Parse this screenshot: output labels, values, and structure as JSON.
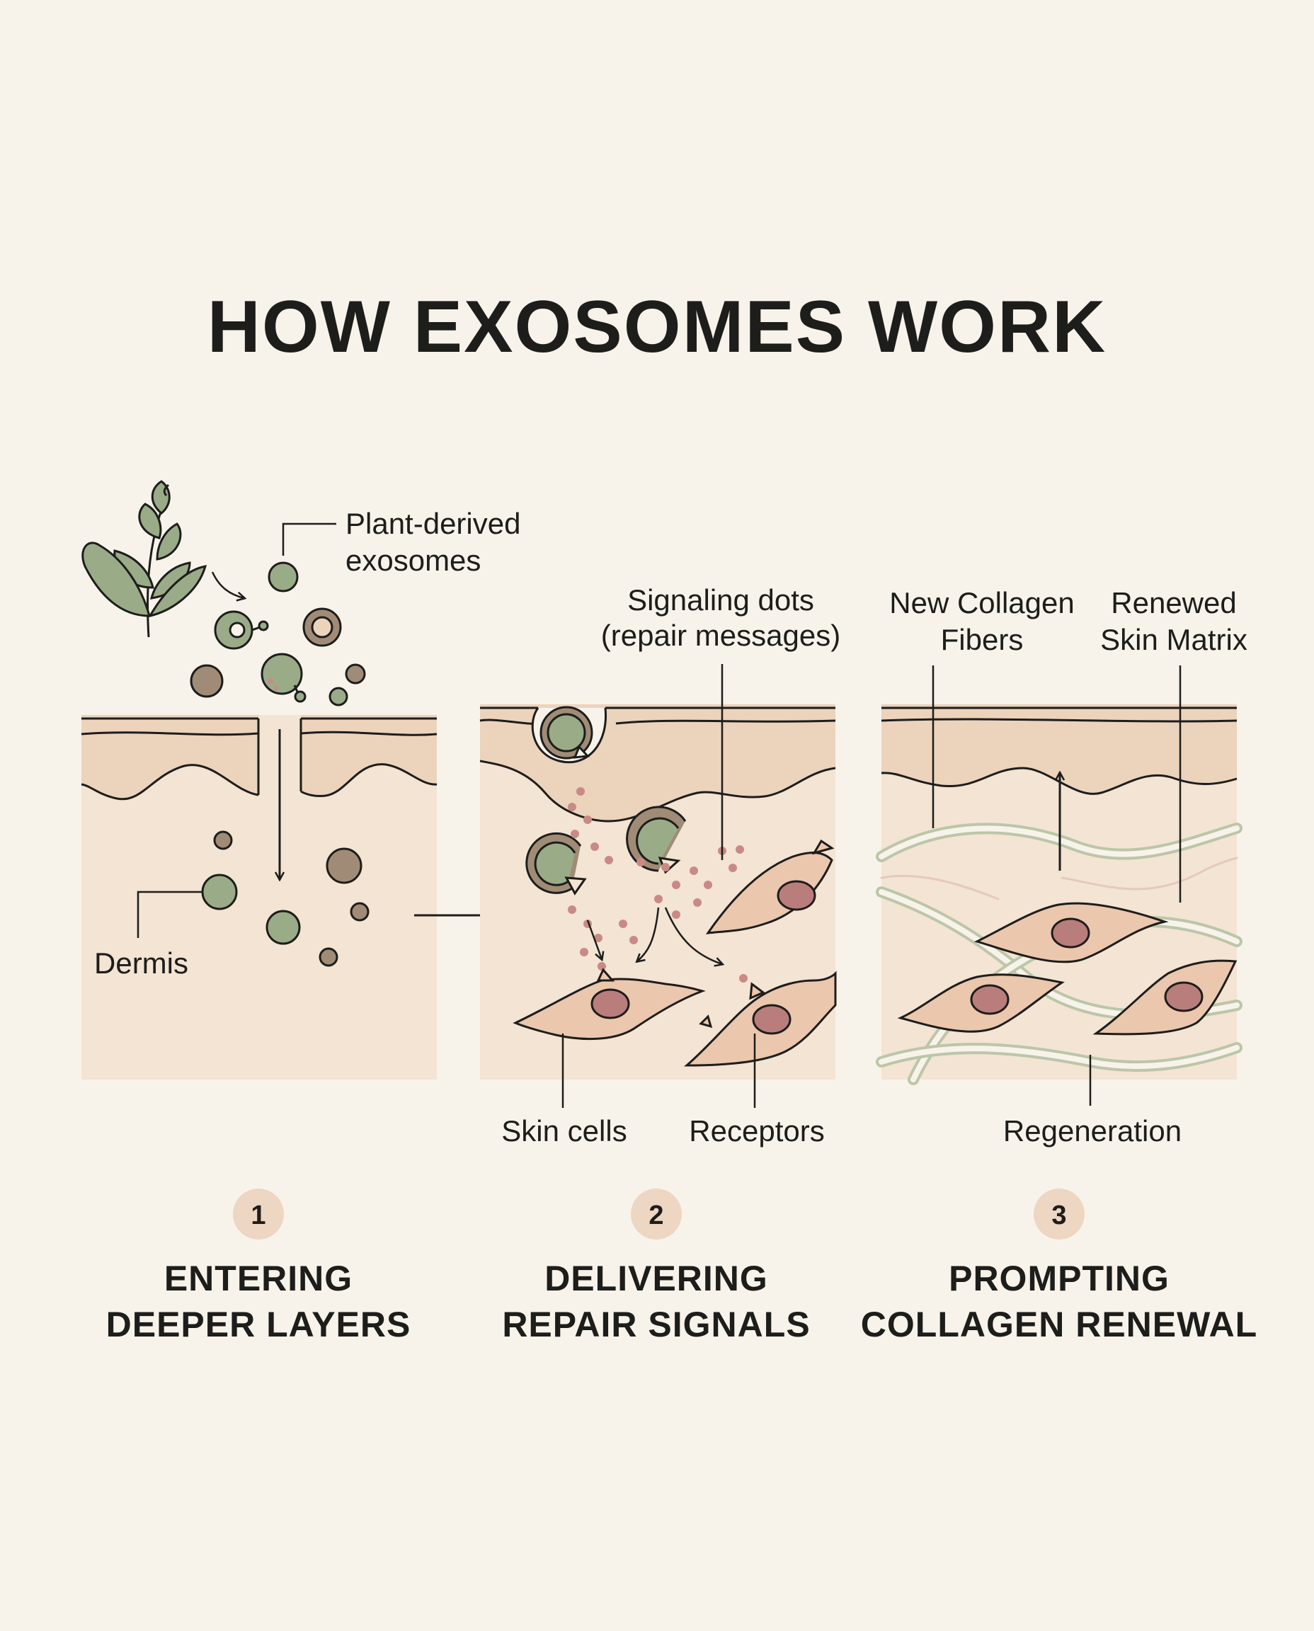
{
  "title": "HOW EXOSOMES WORK",
  "colors": {
    "background": "#f8f3ea",
    "epidermis": "#ecd3bc",
    "dermis": "#f3e4d3",
    "exosome_green": "#9aab88",
    "exosome_brown": "#a08c76",
    "cell_fill": "#ebc7ae",
    "nucleus": "#b97e7c",
    "signal_dots": "#c98a86",
    "fibers": "#bcc6a8",
    "number_circle": "#edd6c2",
    "line": "#1d1d1b"
  },
  "panel1": {
    "labels": {
      "plant_line1": "Plant-derived",
      "plant_line2": "exosomes",
      "dermis": "Dermis"
    },
    "icons": [
      "plant-icon",
      "exosome-icon"
    ]
  },
  "panel2": {
    "labels": {
      "signal_line1": "Signaling dots",
      "signal_line2": "(repair messages)",
      "skin_cells": "Skin cells",
      "receptors": "Receptors"
    }
  },
  "panel3": {
    "labels": {
      "collagen_line1": "New Collagen",
      "collagen_line2": "Fibers",
      "matrix_line1": "Renewed",
      "matrix_line2": "Skin Matrix",
      "regeneration": "Regeneration"
    }
  },
  "steps": [
    {
      "number": "1",
      "line1": "ENTERING",
      "line2": "DEEPER LAYERS"
    },
    {
      "number": "2",
      "line1": "DELIVERING",
      "line2": "REPAIR SIGNALS"
    },
    {
      "number": "3",
      "line1": "PROMPTING",
      "line2": "COLLAGEN RENEWAL"
    }
  ]
}
